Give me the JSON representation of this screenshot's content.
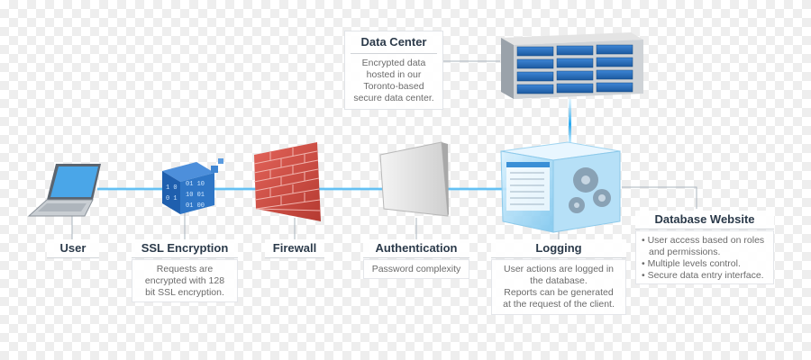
{
  "nodes": {
    "user": {
      "title": "User"
    },
    "ssl": {
      "title": "SSL Encryption",
      "desc": [
        "Requests are",
        "encrypted with 128",
        "bit SSL encryption."
      ]
    },
    "firewall": {
      "title": "Firewall"
    },
    "auth": {
      "title": "Authentication",
      "desc": [
        "Password complexity"
      ]
    },
    "logging": {
      "title": "Logging",
      "desc": [
        "User actions are logged in",
        "the database.",
        "Reports can be generated",
        "at the request of the client."
      ]
    },
    "datacenter": {
      "title": "Data Center",
      "desc": [
        "Encrypted data",
        "hosted in our",
        "Toronto-based",
        "secure data center."
      ]
    },
    "dbsite": {
      "title": "Database Website",
      "items": [
        "User access based on roles",
        "and permissions.",
        "Multiple levels control.",
        "Secure data entry interface."
      ]
    }
  },
  "colors": {
    "connector": "#3ab4f2",
    "firewall": "#c9463d",
    "server": "#2a6db5"
  }
}
